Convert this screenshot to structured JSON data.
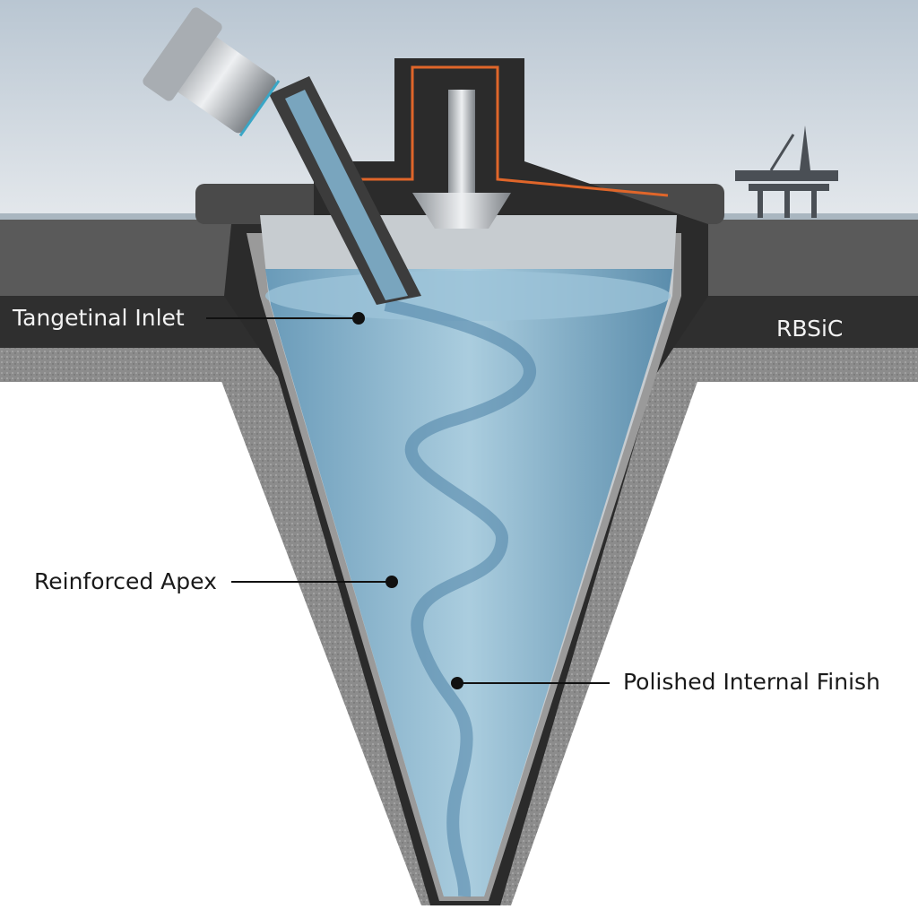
{
  "labels": {
    "inlet": "Tangetinal Inlet",
    "material": "RBSiC",
    "apex": "Reinforced Apex",
    "finish": "Polished Internal Finish"
  },
  "colors": {
    "sky": "#c9d3dc",
    "ceramic_dark": "#3a3a3a",
    "ceramic_light": "#8a8a8a",
    "liquid": "#7fb0cc",
    "accent_line": "#e0662a"
  }
}
